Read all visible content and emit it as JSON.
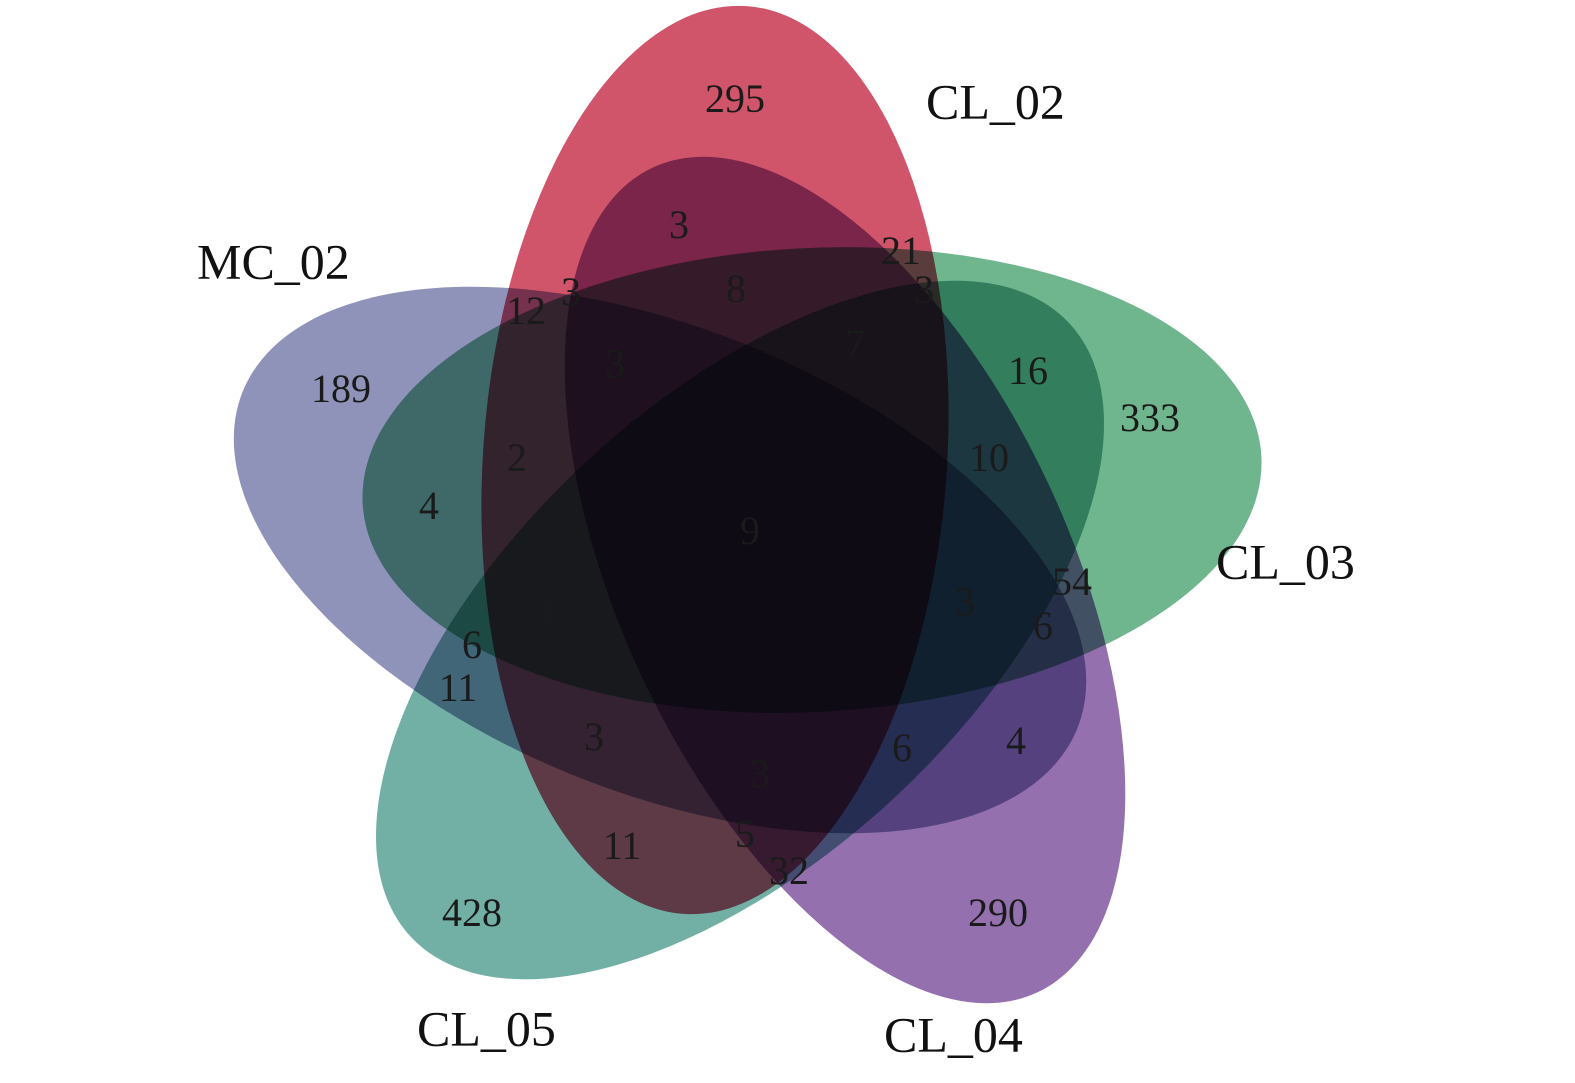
{
  "sets": [
    {
      "id": "cl02",
      "label": "CL_02",
      "color": "#d0546a"
    },
    {
      "id": "cl03",
      "label": "CL_03",
      "color": "#6fb68f"
    },
    {
      "id": "cl04",
      "label": "CL_04",
      "color": "#9570ae"
    },
    {
      "id": "cl05",
      "label": "CL_05",
      "color": "#72b0a6"
    },
    {
      "id": "mc02",
      "label": "MC_02",
      "color": "#8f93b9"
    }
  ],
  "regions": {
    "cl02_only": "295",
    "cl03_only": "333",
    "cl04_only": "290",
    "cl05_only": "428",
    "mc02_only": "189",
    "r_3_top": "3",
    "r_21": "21",
    "r_3_top_right": "3",
    "r_8": "8",
    "r_12": "12",
    "r_3_left_upper": "3",
    "r_3_mid_upper": "3",
    "r_7": "7",
    "r_16": "16",
    "r_10": "10",
    "r_2": "2",
    "r_4_left": "4",
    "r_9_center": "9",
    "r_54": "54",
    "r_3_right": "3",
    "r_6_right": "6",
    "r_3_left_lower": "3",
    "r_6_left": "6",
    "r_11_left": "11",
    "r_3_bottom_left": "3",
    "r_3_bottom_mid": "3",
    "r_6_bottom_right": "6",
    "r_4_right": "4",
    "r_11_bottom": "11",
    "r_5": "5",
    "r_32": "32"
  }
}
